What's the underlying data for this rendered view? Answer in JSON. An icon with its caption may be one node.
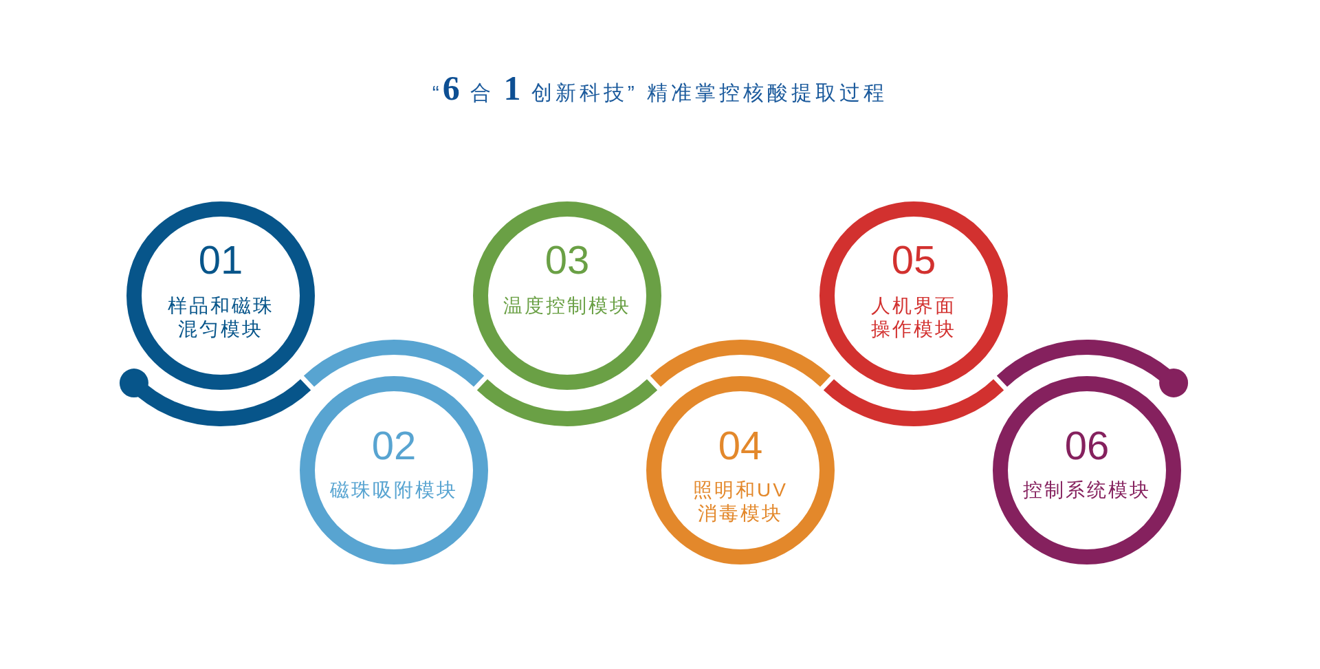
{
  "diagram": {
    "title": "“**6** 合 **1** 创新科技” 精准掌控核酸提取过程",
    "nodes": [
      {
        "text": [
          "01",
          "样品和磁珠混匀模块"
        ]
      },
      {
        "text": [
          "02",
          "磁珠吸附模块"
        ]
      },
      {
        "text": [
          "03",
          "温度控制模块"
        ]
      },
      {
        "text": [
          "04",
          "照明和UV消毒模块"
        ]
      },
      {
        "text": [
          "05",
          "人机界面操作模块"
        ]
      },
      {
        "text": [
          "06",
          "控制系统模块"
        ]
      }
    ]
  }
}
